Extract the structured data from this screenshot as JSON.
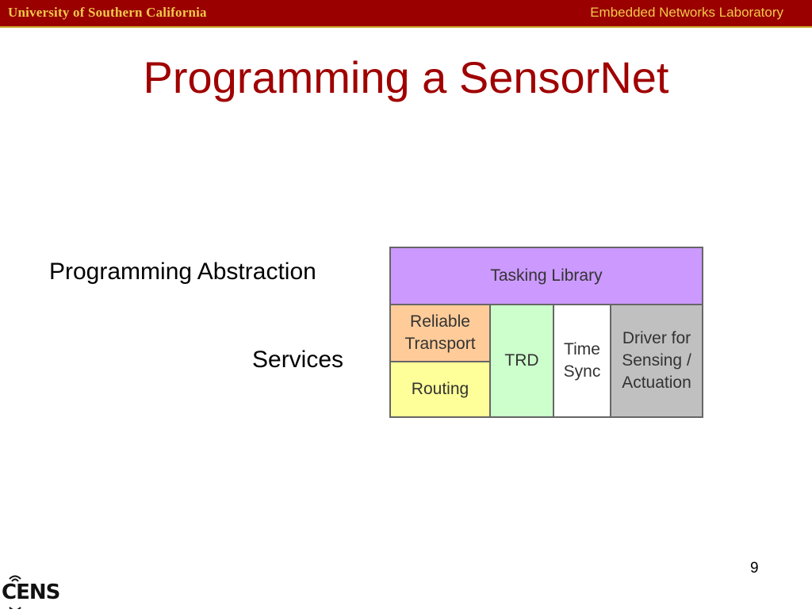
{
  "header": {
    "university": "University of Southern California",
    "lab": "Embedded Networks Laboratory"
  },
  "slide": {
    "title": "Programming a SensorNet",
    "labels": {
      "abstraction": "Programming Abstraction",
      "services": "Services"
    },
    "diagram": {
      "tasking_library": "Tasking Library",
      "reliable_transport": [
        "Reliable",
        "Transport"
      ],
      "routing": "Routing",
      "trd": "TRD",
      "time_sync": [
        "Time",
        "Sync"
      ],
      "driver": [
        "Driver for",
        "Sensing /",
        "Actuation"
      ]
    },
    "page_number": "9"
  },
  "logo": {
    "text": "CENS",
    "icon": "cens-logo"
  },
  "colors": {
    "header_bg": "#9a0000",
    "header_text": "#f2c84b",
    "title": "#a00000",
    "tasking": "#cc99ff",
    "transport": "#ffcc99",
    "routing": "#ffff99",
    "trd": "#ccffcc",
    "time_sync": "#ffffff",
    "driver": "#c0c0c0"
  }
}
